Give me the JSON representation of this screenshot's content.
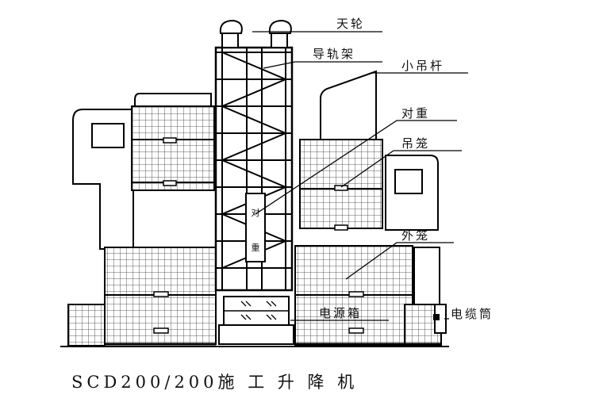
{
  "diagram": {
    "labels": {
      "tianlun": "天轮",
      "daoguijia": "导轨架",
      "xiaodiaogan": "小吊杆",
      "duizhong": "对重",
      "diaolong": "吊笼",
      "wailong": "外笼",
      "dianyuanxiang": "电源箱",
      "dianlantong": "电缆筒"
    },
    "counterweight_text": [
      "对",
      "重"
    ],
    "caption": "SCD200/200施 工 升 降 机"
  }
}
